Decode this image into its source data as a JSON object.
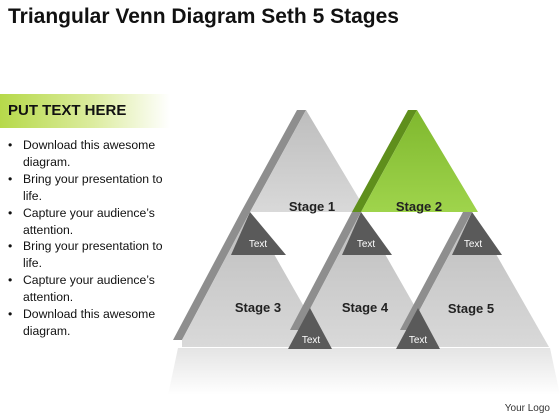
{
  "title": "Triangular Venn Diagram Seth 5 Stages",
  "callout": {
    "heading": "PUT TEXT HERE"
  },
  "bullets": [
    "Download this awesome diagram.",
    "Bring your presentation to life.",
    "Capture your audience’s attention.",
    "Bring your presentation to life.",
    "Capture your audience’s attention.",
    "Download this awesome diagram."
  ],
  "diagram": {
    "stages": [
      {
        "label": "Stage 1",
        "highlighted": false
      },
      {
        "label": "Stage 2",
        "highlighted": true
      },
      {
        "label": "Stage 3",
        "highlighted": false
      },
      {
        "label": "Stage 4",
        "highlighted": false
      },
      {
        "label": "Stage 5",
        "highlighted": false
      }
    ],
    "connectors": [
      "Text",
      "Text",
      "Text",
      "Text",
      "Text"
    ]
  },
  "colors": {
    "highlight": "#8cc63f",
    "highlight_side": "#5f8f1c",
    "stage_fill": "#c8c8c8",
    "stage_side": "#8e8e8e",
    "connector": "#5a5a5a"
  },
  "footer": {
    "text": "Your Logo"
  }
}
